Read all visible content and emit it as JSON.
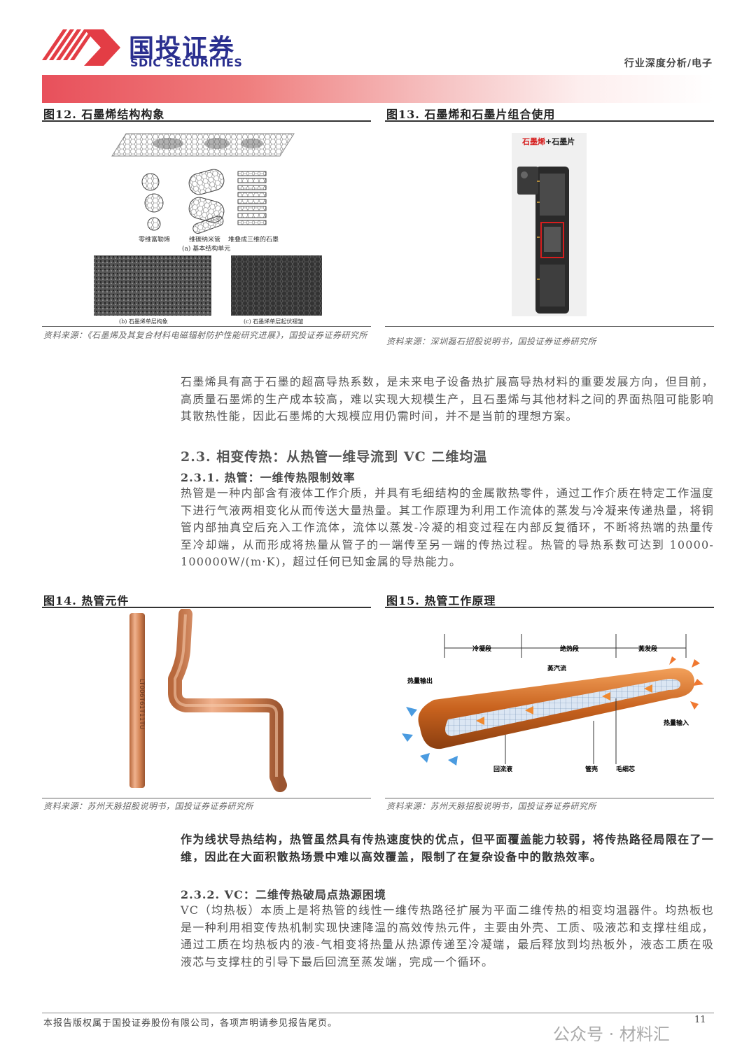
{
  "header": {
    "logo_cn": "国投证券",
    "logo_en": "SDIC SECURITIES",
    "category": "行业深度分析/电子"
  },
  "fig12": {
    "caption": "图12. 石墨烯结构构象",
    "labels": {
      "zero_d": "零维富勒烯",
      "one_d": "维碳纳米管",
      "three_d": "堆叠成三维的石墨",
      "panel_a": "(a) 基本结构单元",
      "panel_b": "(b) 石墨烯单层构象",
      "panel_c": "(c) 石墨烯单层起伏褶皱"
    },
    "source": "资料来源：《石墨烯及其复合材料电磁辐射防护性能研究进展》，国投证券证券研究所"
  },
  "fig13": {
    "caption": "图13. 石墨烯和石墨片组合使用",
    "label_red": "石墨烯",
    "label_black": "+石墨片",
    "source": "资料来源：深圳磊石招股说明书，国投证券证券研究所"
  },
  "para1": "石墨烯具有高于石墨的超高导热系数，是未来电子设备热扩展高导热材料的重要发展方向，但目前，高质量石墨烯的生产成本较高，难以实现大规模生产，且石墨烯与其他材料之间的界面热阻可能影响其散热性能，因此石墨烯的大规模应用仍需时间，并不是当前的理想方案。",
  "section_2_3": "2.3. 相变传热：从热管一维导流到 VC 二维均温",
  "section_2_3_1": "2.3.1. 热管：一维传热限制效率",
  "para2": "热管是一种内部含有液体工作介质，并具有毛细结构的金属散热零件，通过工作介质在特定工作温度下进行气液两相变化从而传送大量热量。其工作原理为利用工作流体的蒸发与冷凝来传递热量，将铜管内部抽真空后充入工作流体，流体以蒸发-冷凝的相变过程在内部反复循环，不断将热端的热量传至冷却端，从而形成将热量从管子的一端传至另一端的传热过程。热管的导热系数可达到 10000-100000W/(m·K)，超过任何已知金属的导热能力。",
  "fig14": {
    "caption": "图14. 热管元件",
    "source": "资料来源：苏州天脉招股说明书，国投证券证券研究所"
  },
  "fig15": {
    "caption": "图15. 热管工作原理",
    "labels": {
      "condense": "冷凝段",
      "adiabatic": "绝热段",
      "evaporate": "蒸发段",
      "vapor": "蒸汽流",
      "heat_out": "热量输出",
      "heat_in": "热量输入",
      "return": "回流液",
      "shell": "管壳",
      "wick": "毛细芯"
    },
    "source": "资料来源：苏州天脉招股说明书，国投证券证券研究所"
  },
  "bold_para": "作为线状导热结构，热管虽然具有传热速度快的优点，但平面覆盖能力较弱，将传热路径局限在了一维，因此在大面积散热场景中难以高效覆盖，限制了在复杂设备中的散热效率。",
  "section_2_3_2": "2.3.2. VC：二维传热破局点热源困境",
  "para3": "VC（均热板）本质上是将热管的线性一维传热路径扩展为平面二维传热的相变均温器件。均热板也是一种利用相变传热机制实现快速降温的高效传热元件，主要由外壳、工质、吸液芯和支撑柱组成，通过工质在均热板内的液-气相变将热量从热源传递至冷凝端，最后释放到均热板外，液态工质在吸液芯与支撑柱的引导下最后回流至蒸发端，完成一个循环。",
  "footer": {
    "copyright": "本报告版权属于国投证券股份有限公司，各项声明请参见报告尾页。",
    "page": "11",
    "watermark": "公众号 · 材料汇"
  }
}
